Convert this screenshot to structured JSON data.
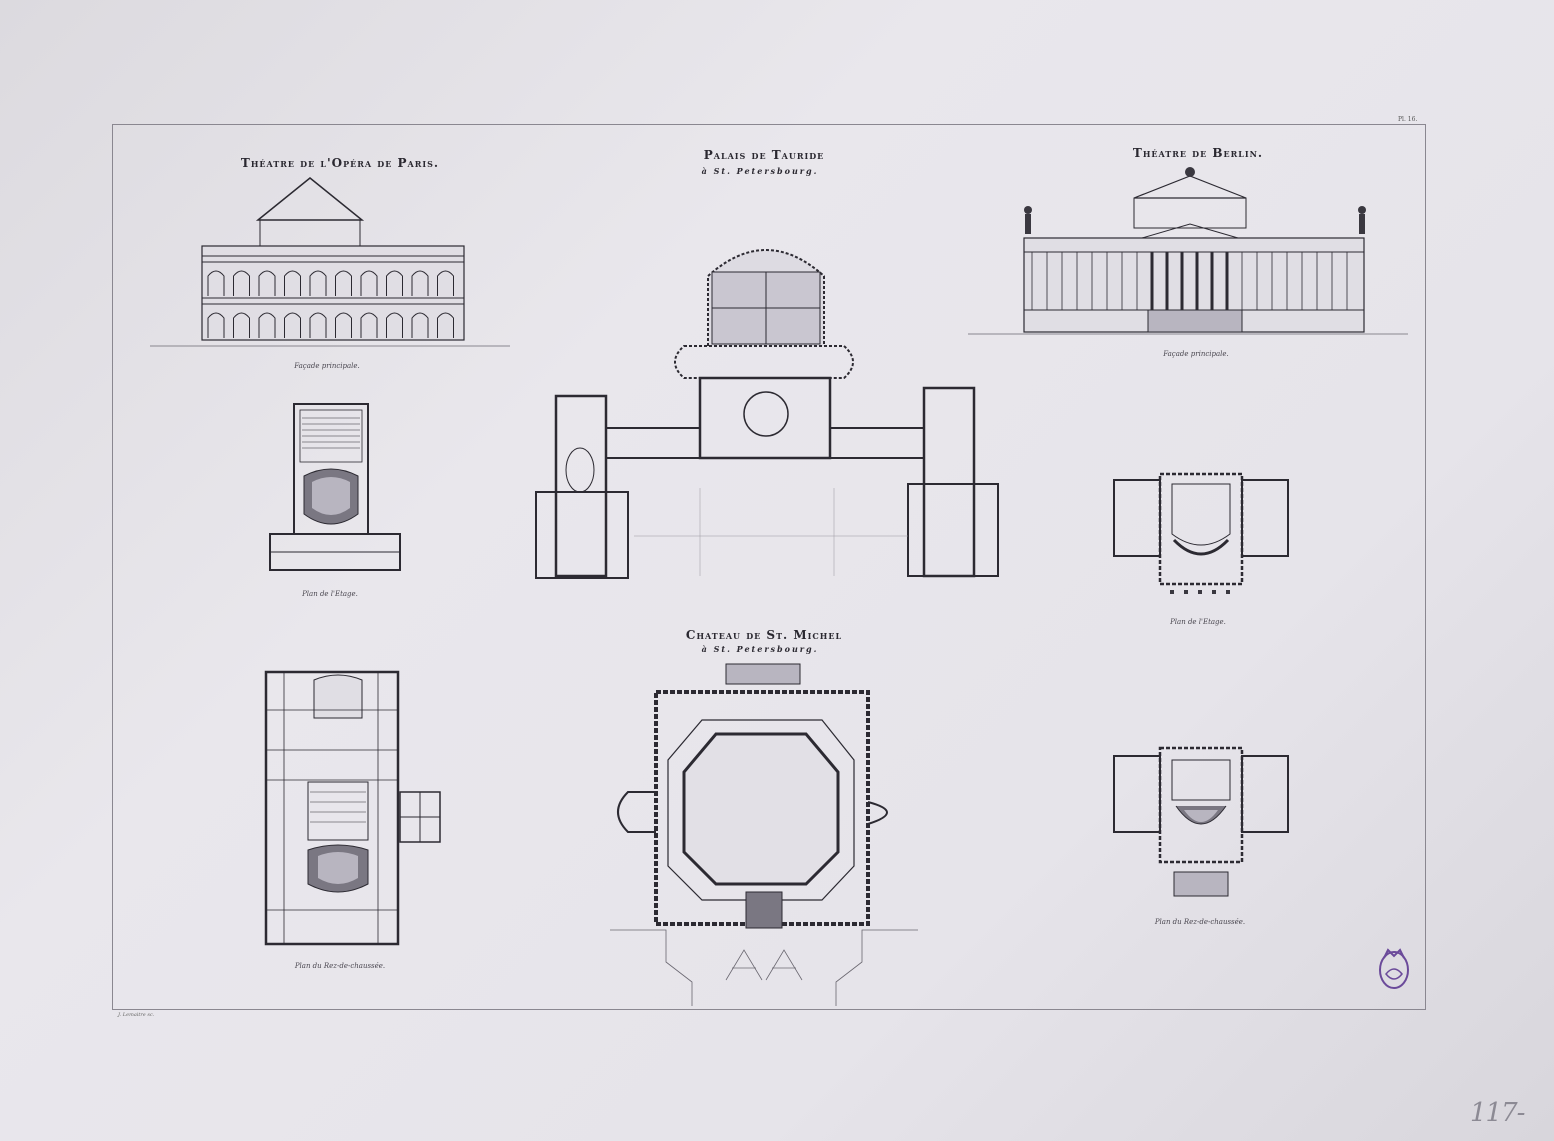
{
  "plate": {
    "number": "Pl. 16.",
    "engraver": "J. Lemaitre sc.",
    "handwritten_number": "117-"
  },
  "opera_paris": {
    "title": "Théatre de l'Opéra de Paris.",
    "captions": {
      "facade": "Façade principale.",
      "upper_plan": "Plan de l'Etage.",
      "ground_plan": "Plan du Rez-de-chaussée."
    }
  },
  "palais_tauride": {
    "title": "Palais de Tauride",
    "subtitle": "à St. Petersbourg."
  },
  "theatre_berlin": {
    "title": "Théatre de Berlin.",
    "captions": {
      "facade": "Façade principale.",
      "upper_plan": "Plan de l'Etage.",
      "ground_plan": "Plan du Rez-de-chaussée."
    }
  },
  "chateau_st_michel": {
    "title": "Chateau de St. Michel",
    "subtitle": "à St. Petersbourg."
  },
  "stamp": {
    "icon": "library-seal-stamp",
    "color": "#6b4a9a"
  }
}
